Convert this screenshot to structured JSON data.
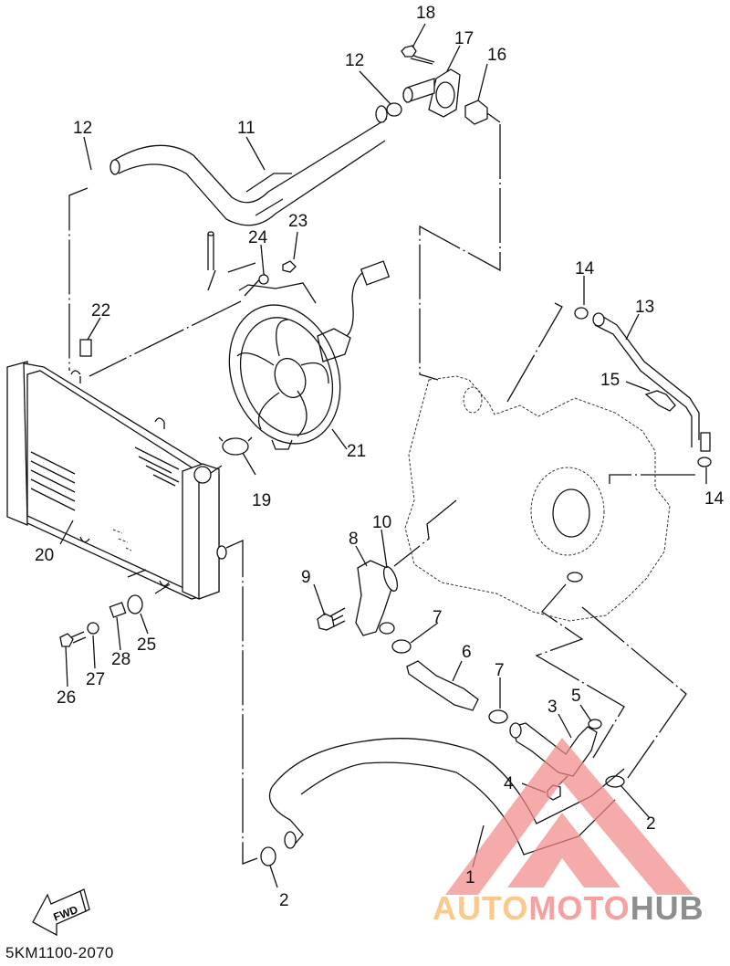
{
  "diagram": {
    "title_code": "5KM1100-2070",
    "fwd_label": "FWD",
    "callouts": [
      {
        "id": "c1",
        "text": "1"
      },
      {
        "id": "c2a",
        "text": "2"
      },
      {
        "id": "c2b",
        "text": "2"
      },
      {
        "id": "c3",
        "text": "3"
      },
      {
        "id": "c4",
        "text": "4"
      },
      {
        "id": "c5",
        "text": "5"
      },
      {
        "id": "c6",
        "text": "6"
      },
      {
        "id": "c7a",
        "text": "7"
      },
      {
        "id": "c7b",
        "text": "7"
      },
      {
        "id": "c8",
        "text": "8"
      },
      {
        "id": "c9",
        "text": "9"
      },
      {
        "id": "c10",
        "text": "10"
      },
      {
        "id": "c11",
        "text": "11"
      },
      {
        "id": "c12a",
        "text": "12"
      },
      {
        "id": "c12b",
        "text": "12"
      },
      {
        "id": "c13",
        "text": "13"
      },
      {
        "id": "c14a",
        "text": "14"
      },
      {
        "id": "c14b",
        "text": "14"
      },
      {
        "id": "c15",
        "text": "15"
      },
      {
        "id": "c16",
        "text": "16"
      },
      {
        "id": "c17",
        "text": "17"
      },
      {
        "id": "c18",
        "text": "18"
      },
      {
        "id": "c19",
        "text": "19"
      },
      {
        "id": "c20",
        "text": "20"
      },
      {
        "id": "c21",
        "text": "21"
      },
      {
        "id": "c22",
        "text": "22"
      },
      {
        "id": "c23",
        "text": "23"
      },
      {
        "id": "c24",
        "text": "24"
      },
      {
        "id": "c25",
        "text": "25"
      },
      {
        "id": "c26",
        "text": "26"
      },
      {
        "id": "c27",
        "text": "27"
      },
      {
        "id": "c28",
        "text": "28"
      }
    ]
  },
  "watermark": {
    "part1": "AUTO",
    "part2": "MOTO",
    "part3": "HUB",
    "colors": {
      "auto": "#fbc98c",
      "moto": "#f7a0a0",
      "hub": "#8e8e8e",
      "triangle": "#f28b8b"
    }
  }
}
